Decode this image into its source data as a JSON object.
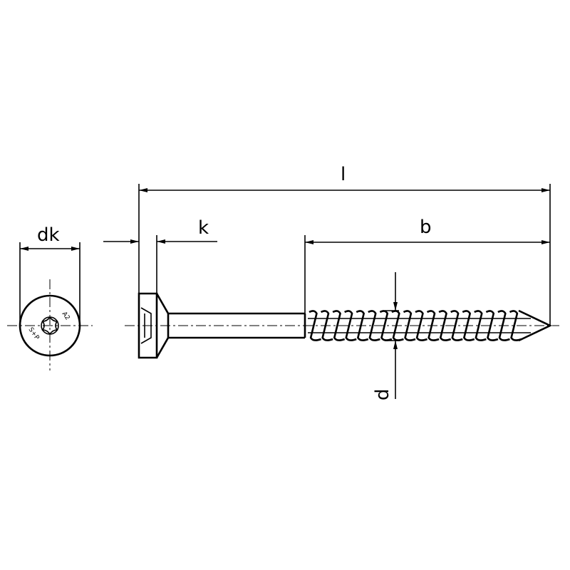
{
  "diagram": {
    "labels": {
      "l": "l",
      "b": "b",
      "k": "k",
      "dk": "dk",
      "d": "d"
    },
    "head_marking": {
      "material": "A2",
      "brand": "S+P"
    },
    "thread_turns": 18
  }
}
